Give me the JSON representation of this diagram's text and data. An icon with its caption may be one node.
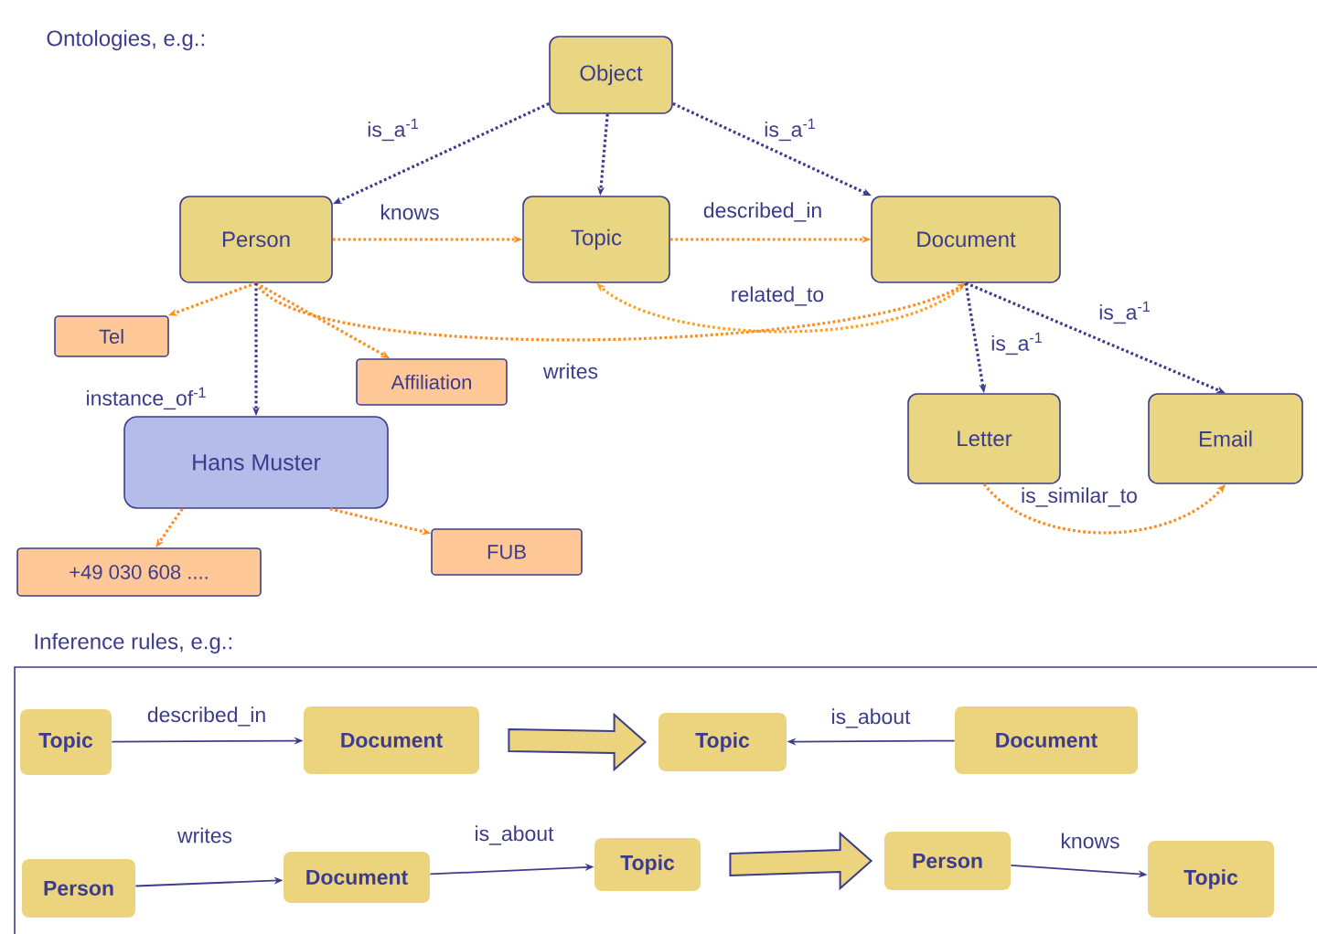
{
  "diagram": {
    "nodes": [
      {
        "text": [
          "Object"
        ]
      },
      {
        "text": [
          "Person"
        ]
      },
      {
        "text": [
          "Topic"
        ]
      },
      {
        "text": [
          "Document"
        ]
      },
      {
        "text": [
          "Tel"
        ]
      },
      {
        "text": [
          "Affiliation"
        ]
      },
      {
        "text": [
          "Hans Muster"
        ]
      },
      {
        "text": [
          "+49 030 608 ...."
        ]
      },
      {
        "text": [
          "FUB"
        ]
      },
      {
        "text": [
          "Letter"
        ]
      },
      {
        "text": [
          "Email"
        ]
      },
      {
        "text": [
          "Topic"
        ]
      },
      {
        "text": [
          "Document"
        ]
      },
      {
        "text": [
          "Topic"
        ]
      },
      {
        "text": [
          "Document"
        ]
      },
      {
        "text": [
          "Person"
        ]
      },
      {
        "text": [
          "Document"
        ]
      },
      {
        "text": [
          "Topic"
        ]
      },
      {
        "text": [
          "Person"
        ]
      },
      {
        "text": [
          "Topic"
        ]
      }
    ],
    "edges": [
      {
        "from": 0,
        "to": 1,
        "arrow": "to",
        "label": "is_a$^{-1}$",
        "style": "dashed"
      },
      {
        "from": 0,
        "to": 2,
        "arrow": "to",
        "style": "dashed"
      },
      {
        "from": 0,
        "to": 3,
        "arrow": "to",
        "label": "is_a$^{-1}$",
        "style": "dashed"
      },
      {
        "from": 1,
        "to": 2,
        "arrow": "to",
        "label": "knows",
        "style": "dashed",
        "color": "#ff8a1e"
      },
      {
        "from": 2,
        "to": 3,
        "arrow": "to",
        "label": "described_in",
        "style": "dashed",
        "color": "#ff8a1e"
      },
      {
        "from": 3,
        "to": 2,
        "arrow": "to",
        "label": "related_to",
        "style": "dashed",
        "color": "#ffa020"
      },
      {
        "from": 1,
        "to": 4,
        "arrow": "to",
        "style": "dashed",
        "color": "#ff8a1e"
      },
      {
        "from": 1,
        "to": 5,
        "arrow": "to",
        "style": "dashed",
        "color": "#ff8a1e"
      },
      {
        "from": 1,
        "to": 3,
        "arrow": "to",
        "label": "writes",
        "style": "dashed",
        "color": "#ff8a1e"
      },
      {
        "from": 1,
        "to": 6,
        "arrow": "to",
        "label": "instance_of$^{-1}$",
        "style": "dashed"
      },
      {
        "from": 6,
        "to": 7,
        "arrow": "to",
        "style": "dashed",
        "color": "#ff8a1e"
      },
      {
        "from": 6,
        "to": 8,
        "arrow": "to",
        "style": "dashed",
        "color": "#ff8a1e"
      },
      {
        "from": 3,
        "to": 9,
        "arrow": "to",
        "label": "is_a$^{-1}$",
        "style": "dashed"
      },
      {
        "from": 3,
        "to": 10,
        "arrow": "to",
        "label": "is_a$^{-1}$",
        "style": "dashed"
      },
      {
        "from": 9,
        "to": 10,
        "arrow": "to",
        "label": "is_similar_to",
        "style": "dashed",
        "color": "#ff8a1e"
      },
      {
        "from": 11,
        "to": 12,
        "arrow": "to",
        "label": "described_in"
      },
      {
        "from": 12,
        "to": 13,
        "arrow": "to",
        "style": "thick"
      },
      {
        "from": 14,
        "to": 13,
        "arrow": "to",
        "label": "is_about"
      },
      {
        "from": 15,
        "to": 16,
        "arrow": "to",
        "label": "writes"
      },
      {
        "from": 16,
        "to": 17,
        "arrow": "to",
        "label": "is_about"
      },
      {
        "from": 17,
        "to": 18,
        "arrow": "to",
        "style": "thick"
      },
      {
        "from": 18,
        "to": 19,
        "arrow": "to",
        "label": "knows"
      }
    ],
    "labels": [
      "Ontologies, e.g.:",
      "Inference rules, e.g.:"
    ]
  }
}
